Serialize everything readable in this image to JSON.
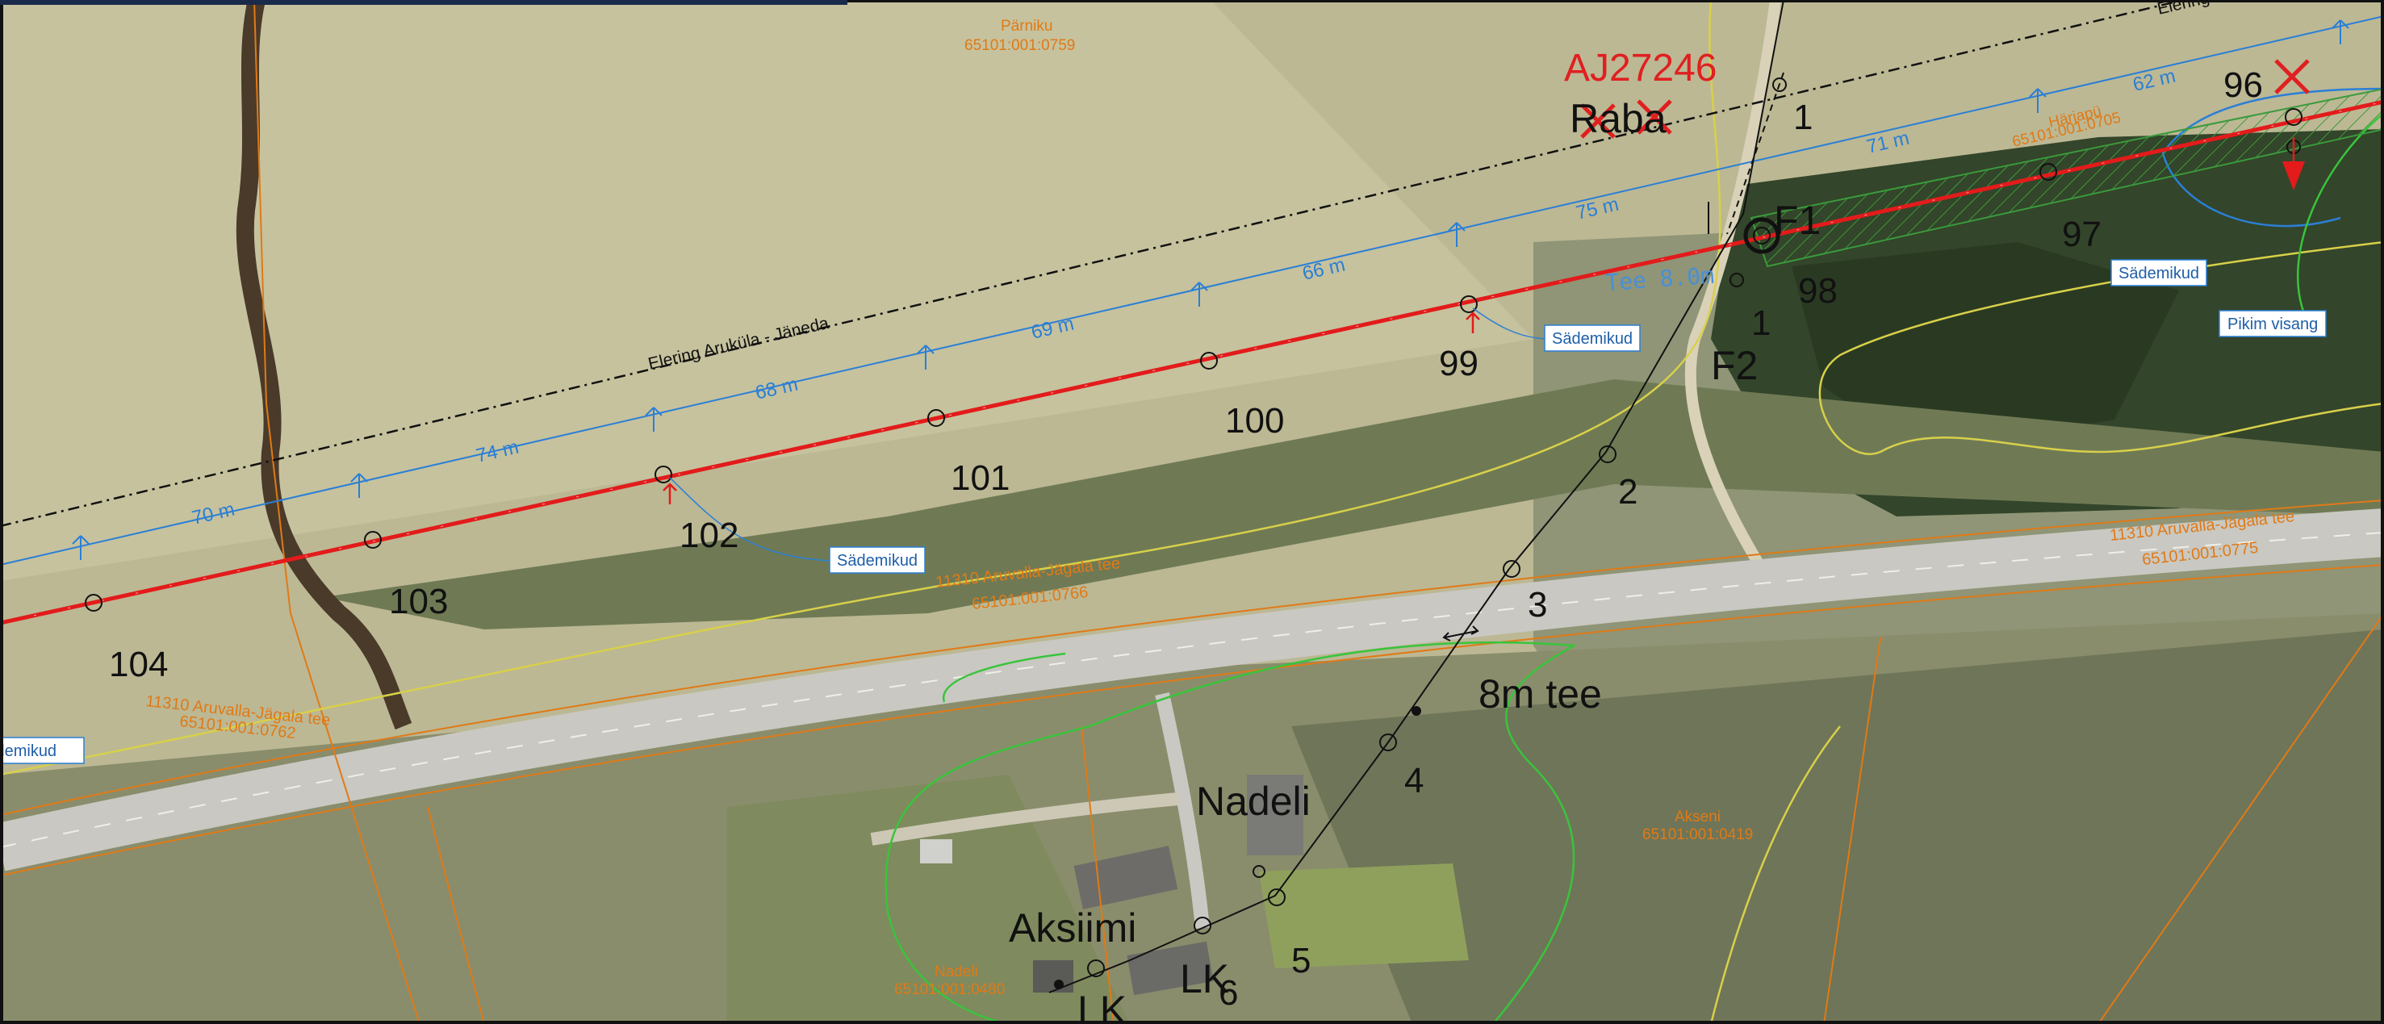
{
  "colors": {
    "line_red": "#e31b1b",
    "line_blue": "#2a7fd6",
    "parcel_orange": "#e07a16",
    "zone_green": "#39c43c",
    "zone_yellow": "#d8d04a",
    "road": "#c9c9c4",
    "forest": "#2f3f22",
    "field": "#bdb996"
  },
  "marker_label": "AJ27246",
  "crossed_label": "Raba",
  "pole_labels": [
    "104",
    "103",
    "102",
    "101",
    "100",
    "99",
    "98",
    "97",
    "96"
  ],
  "branch_labels": [
    "1",
    "2",
    "3",
    "4",
    "5",
    "6"
  ],
  "feature_labels": {
    "f1": "F1",
    "f2": "F2",
    "f2_num": "1",
    "top_num": "1"
  },
  "distances": [
    "70 m",
    "74 m",
    "68 m",
    "69 m",
    "66 m",
    "75 m",
    "71 m",
    "62 m"
  ],
  "place_labels": {
    "road_width": "8m tee",
    "nadeli": "Nadeli",
    "aksiimi": "Aksiimi",
    "lk1": "LK",
    "lk2": "LK"
  },
  "tee_label": "Tee 8.0m",
  "elering_main": "Elering Aruküla - Jäneda",
  "elering_top": "Elering",
  "boxes": {
    "b1": "Sädemikud",
    "b2": "Sädemikud",
    "b3": "Sädemikud",
    "b4": "Sädemikud",
    "b5": "Pikim visang"
  },
  "parcels": {
    "p_top_name": "Pärniku",
    "p_top_code": "65101:001:0759",
    "p_right_top_name": "Härjapü",
    "p_right_top_code": "65101:001:0705",
    "p_akseni_name": "Akseni",
    "p_akseni_code": "65101:001:0419",
    "p_nadeli_name": "Nadeli",
    "p_nadeli_code": "65101:001:0480"
  },
  "roads": {
    "r1_name": "11310 Aruvalla-Jägala tee",
    "r1_code": "65101:001:0775",
    "r2_name": "11310 Aruvalla-Jägala tee",
    "r2_code": "65101:001:0766",
    "r3_name": "11310 Aruvalla-Jägala tee",
    "r3_code": "65101:001:0762"
  }
}
